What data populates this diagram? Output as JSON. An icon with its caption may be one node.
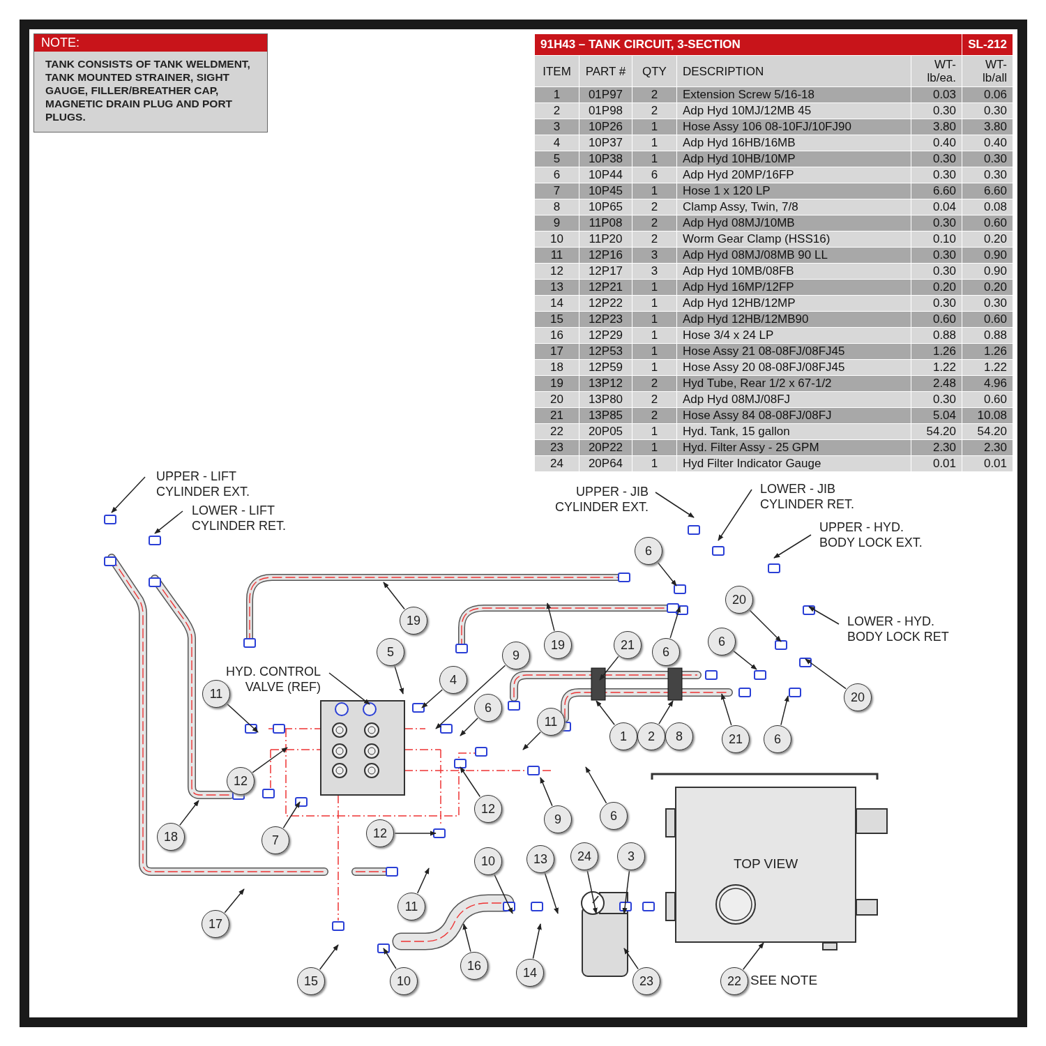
{
  "diagram": {
    "nodes": [
      {
        "text": [
          "NOTE:",
          "TANK CONSISTS OF TANK WELDMENT, TANK MOUNTED STRAINER, SIGHT GAUGE, FILLER/BREATHER CAP, MAGNETIC DRAIN PLUG AND PORT PLUGS."
        ]
      },
      {
        "text": [
          "UPPER - LIFT CYLINDER EXT."
        ]
      },
      {
        "text": [
          "UPPER - JIB CYLINDER EXT."
        ]
      },
      {
        "text": [
          "LOWER - LIFT CYLINDER RET."
        ]
      },
      {
        "text": [
          "LOWER - JIB CYLINDER RET."
        ]
      },
      {
        "text": [
          "6"
        ]
      },
      {
        "text": [
          "UPPER - HYD. BODY LOCK EXT."
        ]
      },
      {
        "text": [
          "20"
        ]
      },
      {
        "text": [
          "LOWER - HYD. BODY LOCK RET"
        ]
      },
      {
        "text": [
          "19"
        ]
      },
      {
        "text": [
          "5"
        ]
      },
      {
        "text": [
          "9"
        ]
      },
      {
        "text": [
          "19"
        ]
      },
      {
        "text": [
          "21"
        ]
      },
      {
        "text": [
          "6"
        ]
      },
      {
        "text": [
          "6"
        ]
      },
      {
        "text": [
          "HYD. CONTROL VALVE (REF)"
        ]
      },
      {
        "text": [
          "20"
        ]
      },
      {
        "text": [
          "4"
        ]
      },
      {
        "text": [
          "11"
        ]
      },
      {
        "text": [
          "6"
        ]
      },
      {
        "text": [
          "11"
        ]
      },
      {
        "text": [
          "1"
        ]
      },
      {
        "text": [
          "2"
        ]
      },
      {
        "text": [
          "8"
        ]
      },
      {
        "text": [
          "21"
        ]
      },
      {
        "text": [
          "6"
        ]
      },
      {
        "text": [
          "12"
        ]
      },
      {
        "text": [
          "TOP VIEW"
        ]
      },
      {
        "text": [
          "12"
        ]
      },
      {
        "text": [
          "9"
        ]
      },
      {
        "text": [
          "6"
        ]
      },
      {
        "text": [
          "18"
        ]
      },
      {
        "text": [
          "7"
        ]
      },
      {
        "text": [
          "12"
        ]
      },
      {
        "text": [
          "10"
        ]
      },
      {
        "text": [
          "13"
        ]
      },
      {
        "text": [
          "24"
        ]
      },
      {
        "text": [
          "3"
        ]
      },
      {
        "text": [
          "11"
        ]
      },
      {
        "text": [
          "17"
        ]
      },
      {
        "text": [
          "16"
        ]
      },
      {
        "text": [
          "14"
        ]
      },
      {
        "text": [
          "15"
        ]
      },
      {
        "text": [
          "10"
        ]
      },
      {
        "text": [
          "23"
        ]
      },
      {
        "text": [
          "22"
        ],
        "beside": [
          "SEE NOTE"
        ]
      }
    ],
    "edges": [
      {
        "from": 1,
        "to": null,
        "arrow": "to"
      },
      {
        "from": 2,
        "to": null,
        "arrow": "to"
      },
      {
        "from": 3,
        "to": null,
        "arrow": "to"
      },
      {
        "from": 4,
        "to": null,
        "arrow": "to"
      },
      {
        "from": 5,
        "to": null,
        "arrow": "to"
      },
      {
        "from": 6,
        "to": null,
        "arrow": "to"
      },
      {
        "from": 7,
        "to": null,
        "arrow": "to"
      },
      {
        "from": 8,
        "to": null,
        "arrow": "to"
      },
      {
        "from": 9,
        "to": null,
        "arrow": "to"
      },
      {
        "from": 10,
        "to": null,
        "arrow": "to"
      },
      {
        "from": 11,
        "to": null,
        "arrow": "to"
      },
      {
        "from": 12,
        "to": null,
        "arrow": "to"
      },
      {
        "from": 13,
        "to": null,
        "arrow": "to"
      },
      {
        "from": 14,
        "to": null,
        "arrow": "to"
      },
      {
        "from": 15,
        "to": null,
        "arrow": "to"
      },
      {
        "from": 16,
        "to": null,
        "arrow": "to"
      },
      {
        "from": 17,
        "to": null,
        "arrow": "to"
      },
      {
        "from": 18,
        "to": null,
        "arrow": "to"
      },
      {
        "from": 19,
        "to": null,
        "arrow": "to"
      },
      {
        "from": 20,
        "to": null,
        "arrow": "to"
      },
      {
        "from": 21,
        "to": null,
        "arrow": "to"
      },
      {
        "from": 22,
        "to": null,
        "arrow": "to"
      },
      {
        "from": 23,
        "to": null,
        "arrow": "to"
      },
      {
        "from": 25,
        "to": null,
        "arrow": "to"
      },
      {
        "from": 26,
        "to": null,
        "arrow": "to"
      },
      {
        "from": 27,
        "to": null,
        "arrow": "to"
      },
      {
        "from": 29,
        "to": null,
        "arrow": "to"
      },
      {
        "from": 30,
        "to": null,
        "arrow": "to"
      },
      {
        "from": 31,
        "to": null,
        "arrow": "to"
      },
      {
        "from": 32,
        "to": null,
        "arrow": "to"
      },
      {
        "from": 33,
        "to": null,
        "arrow": "to"
      },
      {
        "from": 34,
        "to": null,
        "arrow": "to"
      },
      {
        "from": 35,
        "to": null,
        "arrow": "to"
      },
      {
        "from": 36,
        "to": null,
        "arrow": "to"
      },
      {
        "from": 37,
        "to": null,
        "arrow": "to"
      },
      {
        "from": 38,
        "to": null,
        "arrow": "to"
      },
      {
        "from": 39,
        "to": null,
        "arrow": "to"
      },
      {
        "from": 40,
        "to": null,
        "arrow": "to"
      },
      {
        "from": 41,
        "to": null,
        "arrow": "to"
      },
      {
        "from": 42,
        "to": null,
        "arrow": "to"
      },
      {
        "from": 43,
        "to": null,
        "arrow": "to"
      },
      {
        "from": 44,
        "to": null,
        "arrow": "to"
      },
      {
        "from": 45,
        "to": null,
        "arrow": "to"
      },
      {
        "from": 46,
        "to": 28,
        "arrow": "to"
      }
    ],
    "labels": [
      "91H43 – TANK CIRCUIT, 3-SECTION",
      "SL-212",
      "ITEM",
      "PART #",
      "QTY",
      "DESCRIPTION",
      "WT-lb/ea.",
      "WT-lb/all",
      "1",
      "01P97",
      "2",
      "Extension Screw 5/16-18",
      "0.03",
      "0.06",
      "2",
      "01P98",
      "2",
      "Adp Hyd 10MJ/12MB 45",
      "0.30",
      "0.30",
      "3",
      "10P26",
      "1",
      "Hose Assy 106 08-10FJ/10FJ90",
      "3.80",
      "3.80",
      "4",
      "10P37",
      "1",
      "Adp Hyd 16HB/16MB",
      "0.40",
      "0.40",
      "5",
      "10P38",
      "1",
      "Adp Hyd 10HB/10MP",
      "0.30",
      "0.30",
      "6",
      "10P44",
      "6",
      "Adp Hyd 20MP/16FP",
      "0.30",
      "0.30",
      "7",
      "10P45",
      "1",
      "Hose 1 x 120 LP",
      "6.60",
      "6.60",
      "8",
      "10P65",
      "2",
      "Clamp Assy, Twin, 7/8",
      "0.04",
      "0.08",
      "9",
      "11P08",
      "2",
      "Adp Hyd 08MJ/10MB",
      "0.30",
      "0.60",
      "10",
      "11P20",
      "2",
      "Worm Gear Clamp (HSS16)",
      "0.10",
      "0.20",
      "11",
      "12P16",
      "3",
      "Adp Hyd 08MJ/08MB 90 LL",
      "0.30",
      "0.90",
      "12",
      "12P17",
      "3",
      "Adp Hyd 10MB/08FB",
      "0.30",
      "0.90",
      "13",
      "12P21",
      "1",
      "Adp Hyd 16MP/12FP",
      "0.20",
      "0.20",
      "14",
      "12P22",
      "1",
      "Adp Hyd 12HB/12MP",
      "0.30",
      "0.30",
      "15",
      "12P23",
      "1",
      "Adp Hyd 12HB/12MB90",
      "0.60",
      "0.60",
      "16",
      "12P29",
      "1",
      "Hose 3/4 x 24 LP",
      "0.88",
      "0.88",
      "17",
      "12P53",
      "1",
      "Hose Assy 21 08-08FJ/08FJ45",
      "1.26",
      "1.26",
      "18",
      "12P59",
      "1",
      "Hose Assy 20 08-08FJ/08FJ45",
      "1.22",
      "1.22",
      "19",
      "13P12",
      "2",
      "Hyd Tube, Rear 1/2 x 67-1/2",
      "2.48",
      "4.96",
      "20",
      "13P80",
      "2",
      "Adp Hyd 08MJ/08FJ",
      "0.30",
      "0.60",
      "21",
      "13P85",
      "2",
      "Hose Assy 84 08-08FJ/08FJ",
      "5.04",
      "10.08",
      "22",
      "20P05",
      "1",
      "Hyd. Tank, 15 gallon",
      "54.20",
      "54.20",
      "23",
      "20P22",
      "1",
      "Hyd. Filter Assy - 25 GPM",
      "2.30",
      "2.30",
      "24",
      "20P64",
      "1",
      "Hyd Filter Indicator Gauge",
      "0.01",
      "0.01"
    ]
  }
}
